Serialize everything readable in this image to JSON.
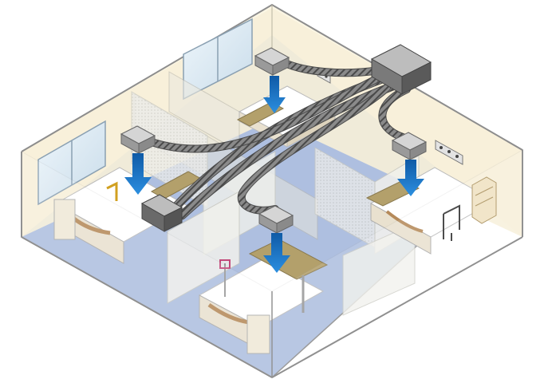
{
  "scene": {
    "rooms": [
      {
        "id": "back-left"
      },
      {
        "id": "back-right"
      },
      {
        "id": "front-left"
      },
      {
        "id": "front-right"
      }
    ],
    "air_outlets": [
      {
        "id": "outlet-back"
      },
      {
        "id": "outlet-left"
      },
      {
        "id": "outlet-center"
      },
      {
        "id": "outlet-right"
      }
    ],
    "airflow_direction": "down"
  },
  "colors": {
    "floor": "#aebfe0",
    "back_wall": "#fbf6e4",
    "wall_edge": "#8d8d8d",
    "window": "#dceaf3",
    "curtain": "#f1f1ec",
    "duct": "#6f6f6f",
    "unit": "#bdbdbd",
    "unit_dark": "#555555",
    "airflow": "#1e78c8",
    "bed_frame": "#e9e1cf",
    "bed_accent": "#b58a5a",
    "table_top": "#b3a06b"
  },
  "icons": [
    "window-icon",
    "bed-icon",
    "privacy-curtain-icon",
    "air-handling-unit-icon",
    "flexible-duct-icon",
    "diffuser-icon",
    "airflow-arrow-icon",
    "over-bed-table-icon",
    "cabinet-icon",
    "chair-icon",
    "iv-stand-icon",
    "wall-outlet-icon"
  ]
}
